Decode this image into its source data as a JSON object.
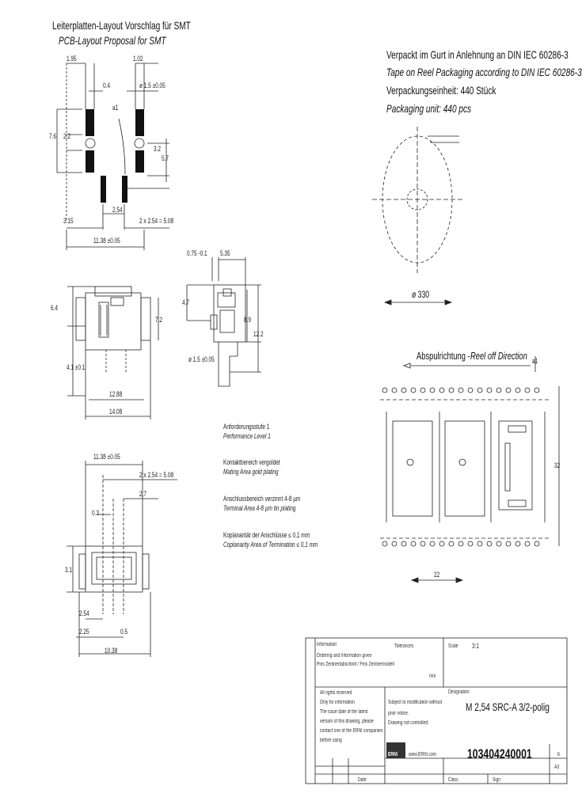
{
  "pcb": {
    "title_de": "Leiterplatten-Layout Vorschlag für SMT",
    "title_en": "PCB-Layout Proposal for SMT",
    "dims": {
      "d1_95": "1.95",
      "d1_02": "1.02",
      "d0_4": "0.4",
      "d_dia": "ø 1.5 ±0.05",
      "a1": "a1",
      "d7_6": "7.6",
      "d2_2": "2.2",
      "d3_2": "3.2",
      "d5_7": "5.7",
      "d2_54": "2.54",
      "d3_15": "3.15",
      "d2x254": "2 x 2.54 = 5.08",
      "d11_38": "11.38 ±0.05"
    }
  },
  "side": {
    "dims": {
      "d0_75": "0.75 -0.1",
      "d5_35": "5.35",
      "d6_4": "6.4",
      "d7_2": "7.2",
      "d4_7": "4.7",
      "d8_9": "8.9",
      "d12_2": "12.2",
      "d1_5": "ø 1.5 ±0.05",
      "d4_1": "4.1 ±0.1",
      "d12_88": "12.88",
      "d14_08": "14.08"
    }
  },
  "bottom": {
    "dims": {
      "d11_38": "11.38 ±0.05",
      "d2x254": "2 x 2.54 = 5.08",
      "d0_3": "0.3",
      "d2_7": "2.7",
      "d3_1": "3.1",
      "d2_54": "2.54",
      "d2_25": "2.25",
      "d0_5": "0.5",
      "d10_38": "10.38"
    }
  },
  "notes": {
    "level_de": "Anforderungsstufe 1",
    "level_en": "Performance Level 1",
    "mating_de": "Kontaktbereich vergoldet",
    "mating_en": "Mating Area gold plating",
    "term_de": "Anschlussbereich verzinnt 4-8 µm",
    "term_en": "Terminal Area 4-8 µm tin plating",
    "copl_de": "Koplanarität der Anschlüsse ≤ 0,1 mm",
    "copl_en": "Coplanarity Area of Termination ≤ 0,1 mm"
  },
  "packaging": {
    "l1": "Verpackt im Gurt in Anlehnung an DIN IEC 60286-3",
    "l2": "Tape on Reel Packaging according to DIN IEC 60286-3",
    "l3": "Verpackungseinheit:  440 Stück",
    "l4": "Packaging unit:  440 pcs",
    "reel_dia": "ø 330",
    "direction_de": "Abspulrichtung -",
    "direction_en": "Reel off Direction",
    "tape_dim": "22",
    "pitch_dim": "32",
    "a1": "a1"
  },
  "titleblock": {
    "info_l1": "Information",
    "info_l2": "Ordering and Information given",
    "info_l3": "Pins Zentriertabschnitt / Pins Zentriermodell",
    "tolerances": "Tolerances",
    "scale_label": "Scale",
    "scale_value": "3:1",
    "units": "mm",
    "rights_l1": "All rights reserved",
    "rights_l2": "Only for information",
    "rights_l3": "The issue date of the latest",
    "rights_l4": "version of this drawing, please",
    "rights_l5": "contact one of the ERNI companies",
    "rights_l6": "before using",
    "subject_l1": "Subject to modification without",
    "subject_l2": "prior notice.",
    "subject_l3": "Drawing not controlled.",
    "designation_label": "Designation",
    "designation_value": "M 2,54 SRC-A 3/2-polig",
    "logo": "ERNI",
    "website": "www.ERNI.com",
    "part_number": "103404240001",
    "index_label": "K",
    "format": "A3",
    "date_label": "Date",
    "class_label": "Class",
    "sign_label": "Sign"
  }
}
